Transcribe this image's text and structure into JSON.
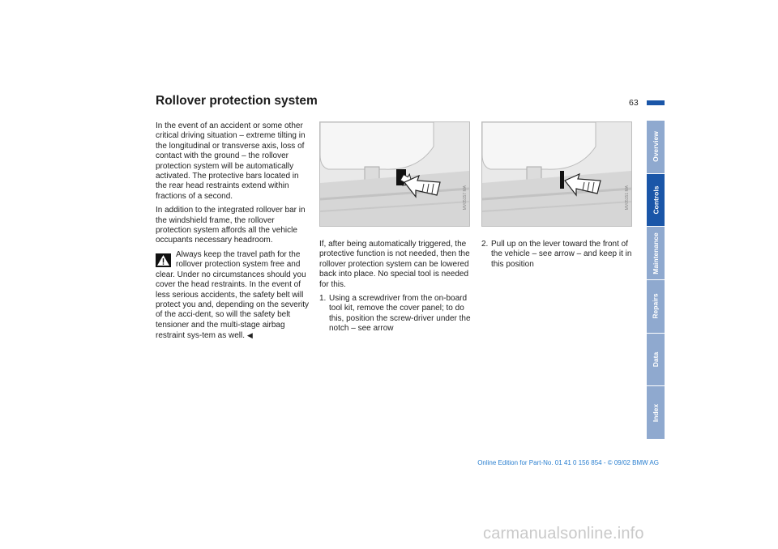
{
  "header": {
    "title": "Rollover protection system",
    "page_number": "63"
  },
  "column1": {
    "para1": "In the event of an accident or some other critical driving situation – extreme tilting in the longitudinal or transverse axis, loss of contact with the ground – the rollover protection system will be automatically activated. The protective bars located in the rear head restraints extend within fractions of a second.",
    "para2": "In addition to the integrated rollover bar in the windshield frame, the rollover protection system affords all the vehicle occupants necessary headroom.",
    "warning": "Always keep the travel path for the rollover protection system free and clear. Under no circumstances should you cover the head restraints. In the event of less serious accidents, the safety belt will protect you and, depending on the severity of the acci-dent, so will the safety belt tensioner and the multi-stage airbag restraint sys-tem as well.",
    "end_mark": "◀"
  },
  "figures": {
    "fig1_code": "MV05157 MA",
    "fig2_code": "MV05151 MA"
  },
  "column2": {
    "para1": "If, after being automatically triggered, the protective function is not needed, then the rollover protection system can be lowered back into place. No special tool is needed for this.",
    "step1_num": "1.",
    "step1_text": "Using a screwdriver from the on-board tool kit, remove the cover panel; to do this, position the screw-driver under the notch – see arrow"
  },
  "column3": {
    "step2_num": "2.",
    "step2_text": "Pull up on the lever toward the front of the vehicle – see arrow – and keep it in this position"
  },
  "tabs": [
    "Overview",
    "Controls",
    "Maintenance",
    "Repairs",
    "Data",
    "Index"
  ],
  "active_tab": "Controls",
  "footer": "Online Edition for Part-No. 01 41 0 156 854 - © 09/02 BMW AG",
  "watermark": "carmanualsonline.info",
  "colors": {
    "accent": "#1a56a8",
    "tab_inactive": "#8fa9cf",
    "footer_link": "#2a7fd0"
  }
}
